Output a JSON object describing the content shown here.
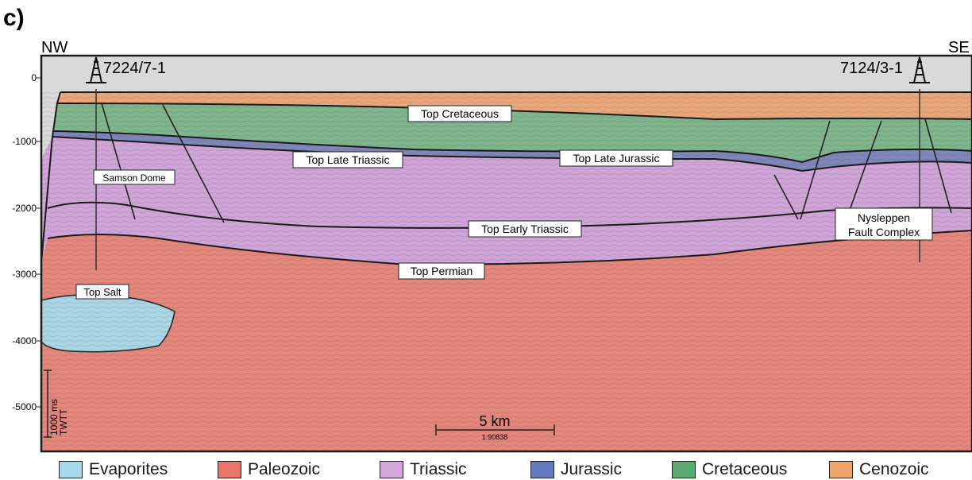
{
  "panel_label": "c)",
  "orientation": {
    "left": "NW",
    "right": "SE"
  },
  "wells": {
    "left": "7224/7-1",
    "right": "7124/3-1"
  },
  "y_axis": {
    "ticks": [
      "0",
      "-1000",
      "-2000",
      "-3000",
      "-4000",
      "-5000"
    ]
  },
  "vertical_scale": {
    "label": "1000 ms",
    "sublabel": "TWTT"
  },
  "horizontal_scale": {
    "label": "5 km",
    "sublabel": "1:90838"
  },
  "horizon_labels": {
    "top_cretaceous": "Top Cretaceous",
    "top_late_triassic": "Top Late Triassic",
    "top_late_jurassic": "Top Late Jurassic",
    "samson_dome": "Samson Dome",
    "top_early_triassic": "Top Early Triassic",
    "nysleppen_line1": "Nysleppen",
    "nysleppen_line2": "Fault Complex",
    "top_permian": "Top Permian",
    "top_salt": "Top Salt"
  },
  "legend": [
    {
      "label": "Evaporites",
      "color": "#a8d8ec"
    },
    {
      "label": "Paleozoic",
      "color": "#e8756a"
    },
    {
      "label": "Triassic",
      "color": "#d6a8dc"
    },
    {
      "label": "Jurassic",
      "color": "#6279c2"
    },
    {
      "label": "Cretaceous",
      "color": "#5aa772"
    },
    {
      "label": "Cenozoic",
      "color": "#f0a46a"
    }
  ],
  "colors": {
    "sky": "#d9d9d9",
    "paleozoic": "#e3867c",
    "triassic": "#cfa4d6",
    "jurassic": "#7f86b8",
    "cretaceous": "#7fb48c",
    "cenozoic": "#e8a77a",
    "evaporites": "#a9d4e4"
  }
}
